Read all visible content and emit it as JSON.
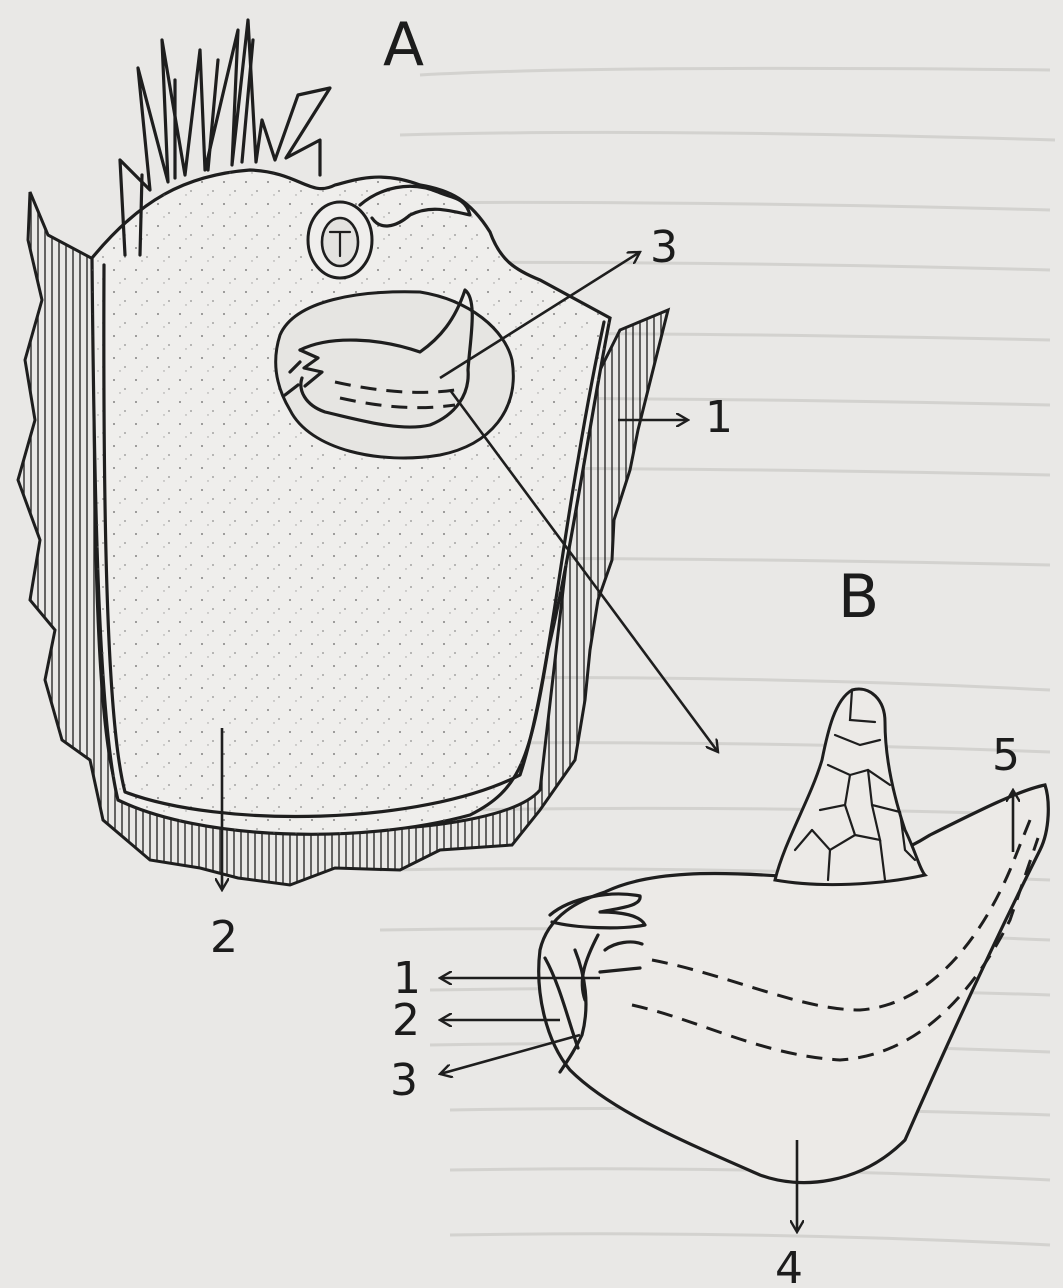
{
  "panels": {
    "a": {
      "title": "A",
      "labels": [
        "1",
        "2",
        "3"
      ]
    },
    "b": {
      "title": "B",
      "labels": [
        "1",
        "2",
        "3",
        "4",
        "5"
      ]
    }
  },
  "colors": {
    "paper": "#e9e8e6",
    "ink": "#1e1e1e",
    "bleed_through_text": "#b9b7b3"
  }
}
